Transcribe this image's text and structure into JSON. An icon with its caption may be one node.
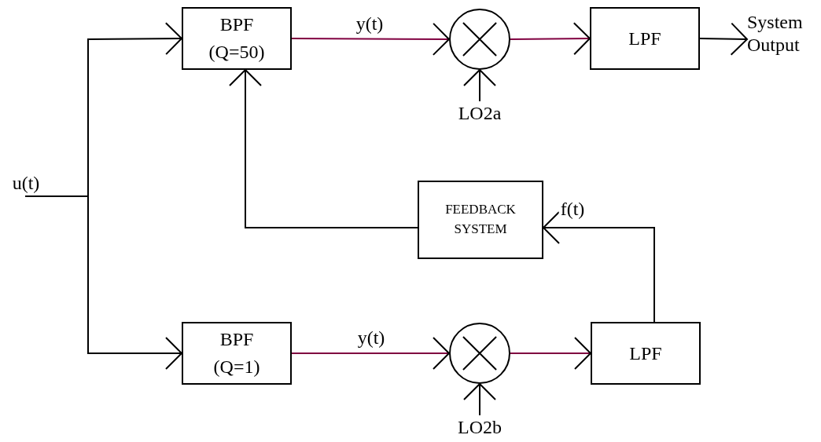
{
  "diagram": {
    "nodes": [
      {
        "text": [
          "u(t)"
        ]
      },
      {
        "text": [
          "BPF (Q=50)"
        ]
      },
      {
        "text": [],
        "shape": "circle"
      },
      {
        "text": [
          "LPF"
        ]
      },
      {
        "text": [
          "System Output"
        ]
      },
      {
        "text": [
          "LO2a"
        ]
      },
      {
        "text": [
          "FEEDBACK SYSTEM"
        ]
      },
      {
        "text": [
          "BPF (Q=1)"
        ]
      },
      {
        "text": [],
        "shape": "circle"
      },
      {
        "text": [
          "LPF"
        ]
      },
      {
        "text": [
          "LO2b"
        ]
      }
    ],
    "edges": [
      {
        "from": 0,
        "to": 1,
        "arrow": "to"
      },
      {
        "from": 0,
        "to": 7,
        "arrow": "to"
      },
      {
        "from": 1,
        "to": 2,
        "arrow": "to",
        "label": "y(t)",
        "color": "#800040"
      },
      {
        "from": 2,
        "to": 3,
        "arrow": "to",
        "color": "#800040"
      },
      {
        "from": 3,
        "to": 4,
        "arrow": "to"
      },
      {
        "from": 5,
        "to": 2,
        "arrow": "to"
      },
      {
        "from": 6,
        "to": 1,
        "arrow": "to"
      },
      {
        "from": 9,
        "to": 6,
        "arrow": "to",
        "label": "f(t)"
      },
      {
        "from": 7,
        "to": 8,
        "arrow": "to",
        "label": "y(t)",
        "color": "#800040"
      },
      {
        "from": 8,
        "to": 9,
        "arrow": "to",
        "color": "#800040"
      },
      {
        "from": 10,
        "to": 8,
        "arrow": "to"
      }
    ]
  }
}
